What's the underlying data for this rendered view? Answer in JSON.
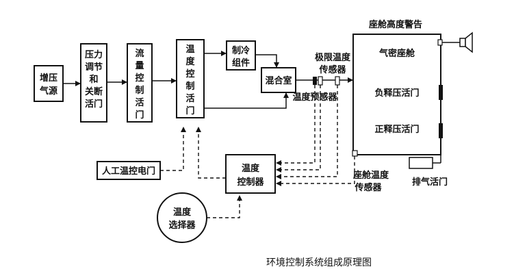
{
  "diagram": {
    "nodes": {
      "booster_air_source": [
        "增压",
        "气源"
      ],
      "pressure_regulating_shutoff_valve": [
        "压力",
        "调节",
        "和",
        "关断",
        "活门"
      ],
      "flow_control_valve": [
        "流",
        "量",
        "控",
        "制",
        "活",
        "门"
      ],
      "temperature_control_valve": [
        "温",
        "度",
        "控",
        "制",
        "活",
        "门"
      ],
      "refrigeration_unit": [
        "制冷",
        "组件"
      ],
      "mixing_chamber": "混合室",
      "limit_temperature_sensor": [
        "极限温度",
        "传感器"
      ],
      "temperature_pre_sensor": "温度预感器",
      "cabin_altitude_warning": "座舱高度警告",
      "pressurized_cabin": "气密座舱",
      "negative_relief_valve": "负释压活门",
      "positive_relief_valve": "正释压活门",
      "exhaust_valve": "排气活门",
      "cabin_temperature_sensor": [
        "座舱温度",
        "传感器"
      ],
      "manual_temperature_control_valve": "人工温控电门",
      "temperature_controller": [
        "温度",
        "控制器"
      ],
      "temperature_selector": [
        "温度",
        "选择器"
      ]
    },
    "caption": "环境控制系统组成原理图"
  }
}
